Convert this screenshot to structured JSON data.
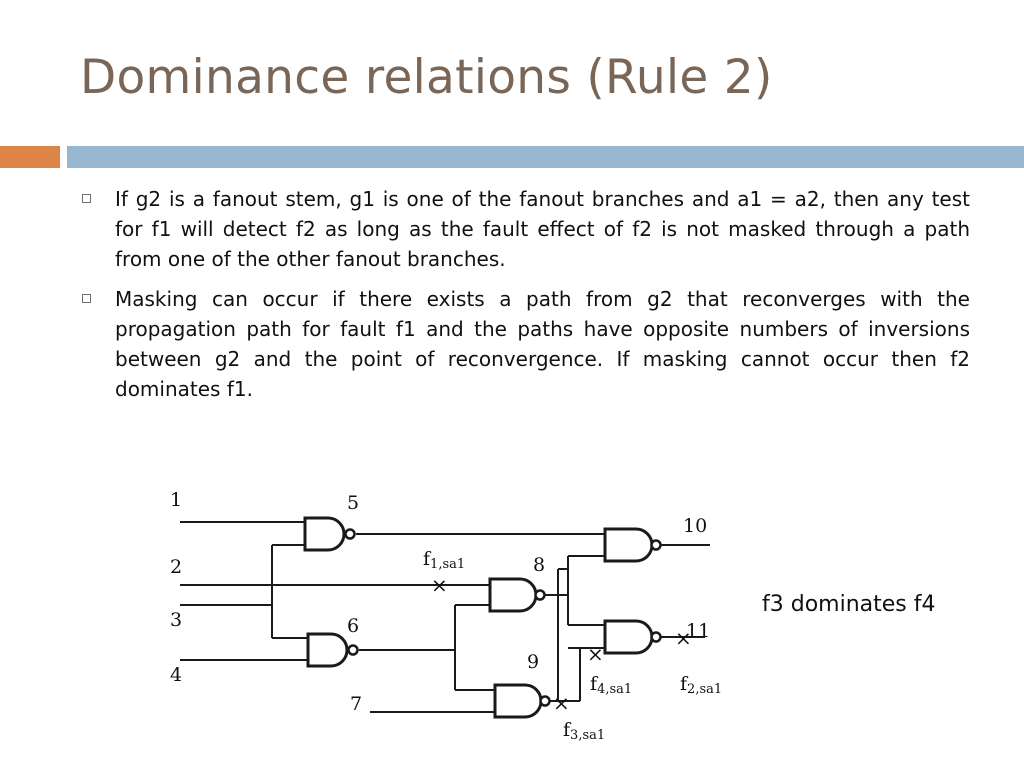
{
  "slide": {
    "title": "Dominance relations (Rule 2)",
    "bullets": [
      "If g2 is a fanout stem, g1 is one of the fanout branches and a1 = a2, then any test for f1 will detect f2 as long as the fault effect of f2 is not masked through a path from one of the other fanout branches.",
      "Masking can occur if there exists a path from g2 that reconverges with the propagation path for fault f1 and the paths have opposite numbers of inversions between g2 and the point of reconvergence. If masking cannot occur then f2 dominates f1."
    ],
    "caption": "f3 dominates f4"
  },
  "circuit": {
    "lines": {
      "l1": "1",
      "l2": "2",
      "l3": "3",
      "l4": "4",
      "l5": "5",
      "l6": "6",
      "l7": "7",
      "l8": "8",
      "l9": "9",
      "l10": "10",
      "l11": "11"
    },
    "faults": {
      "f1": {
        "name": "f",
        "sub": "1,sa1"
      },
      "f2": {
        "name": "f",
        "sub": "2,sa1"
      },
      "f3": {
        "name": "f",
        "sub": "3,sa1"
      },
      "f4": {
        "name": "f",
        "sub": "4,sa1"
      }
    },
    "fault_mark": "×",
    "colors": {
      "wire": "#1a1a1a",
      "title": "#7a6657",
      "accent_bar": "#dd8546",
      "main_bar": "#97b7d1"
    }
  }
}
